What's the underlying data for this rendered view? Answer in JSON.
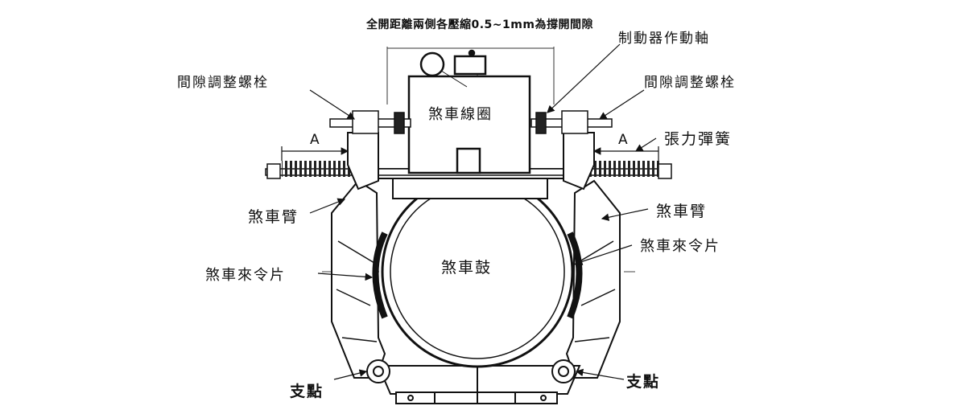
{
  "diagram": {
    "title_note": "全開距離兩側各壓縮0.5~1mm為撐開間隙",
    "labels": {
      "brake_actuator_shaft": "制動器作動軸",
      "gap_adjust_bolt_left": "間隙調整螺栓",
      "gap_adjust_bolt_right": "間隙調整螺栓",
      "tension_spring": "張力彈簧",
      "brake_arm_left": "煞車臂",
      "brake_arm_right": "煞車臂",
      "brake_lining_left": "煞車來令片",
      "brake_lining_right": "煞車來令片",
      "brake_coil": "煞車線圈",
      "brake_drum": "煞車鼓",
      "pivot_left": "支點",
      "pivot_right": "支點",
      "dimension_a_left": "A",
      "dimension_a_right": "A"
    }
  }
}
